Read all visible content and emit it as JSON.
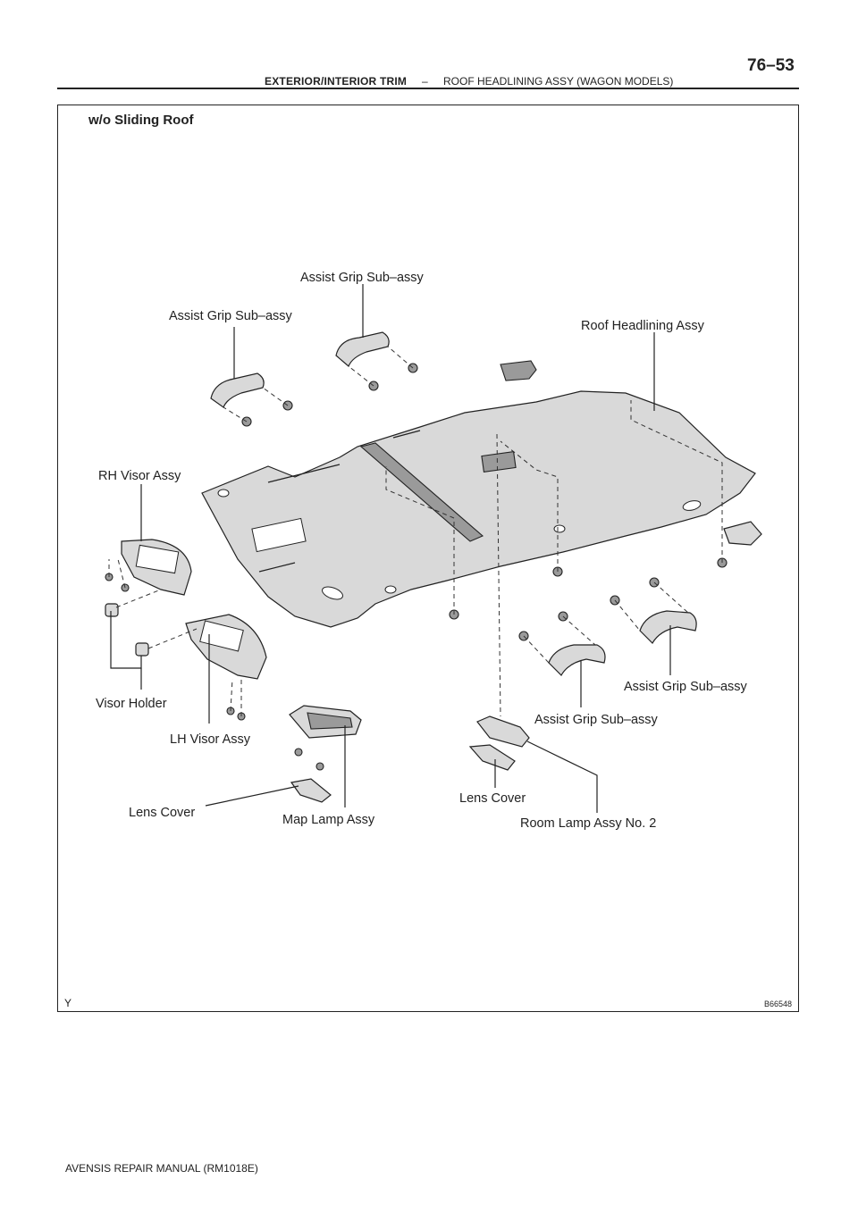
{
  "header": {
    "page_number": "76–53",
    "section": "EXTERIOR/INTERIOR TRIM",
    "separator": "–",
    "subsection": "ROOF HEADLINING ASSY (WAGON MODELS)"
  },
  "figure": {
    "title": "w/o Sliding Roof",
    "code": "B66548",
    "mark": "Y",
    "labels": {
      "assist_grip_top_center": "Assist Grip Sub–assy",
      "assist_grip_top_left": "Assist Grip Sub–assy",
      "roof_headlining": "Roof Headlining Assy",
      "rh_visor": "RH Visor Assy",
      "visor_holder": "Visor Holder",
      "lh_visor": "LH Visor Assy",
      "lens_cover_left": "Lens Cover",
      "map_lamp": "Map Lamp Assy",
      "lens_cover_right": "Lens Cover",
      "room_lamp": "Room Lamp Assy No. 2",
      "assist_grip_bottom_center": "Assist Grip Sub–assy",
      "assist_grip_bottom_right": "Assist Grip Sub–assy"
    }
  },
  "footer": {
    "manual": "AVENSIS REPAIR MANUAL   (RM1018E)"
  }
}
